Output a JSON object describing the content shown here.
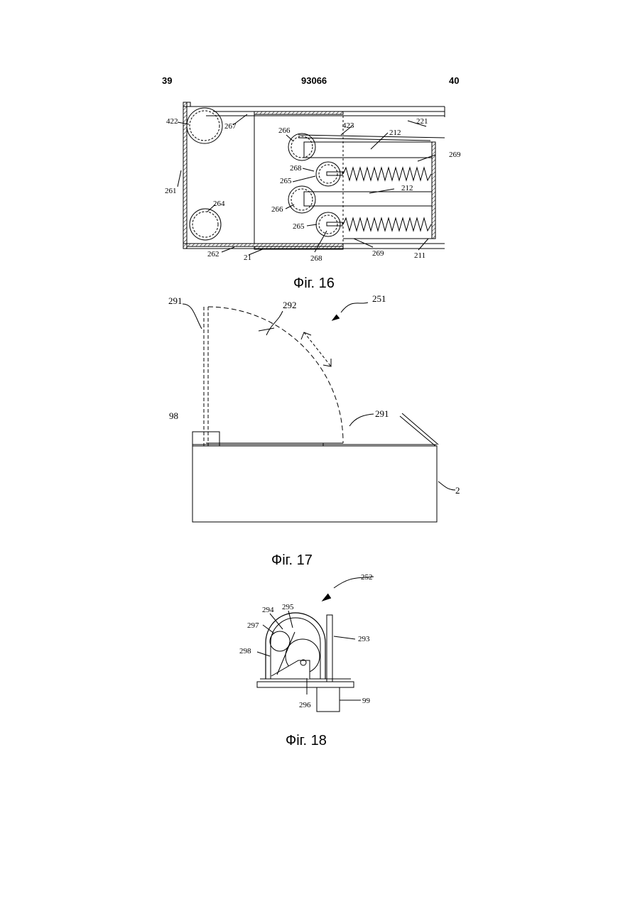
{
  "header": {
    "left": "39",
    "center": "93066",
    "right": "40"
  },
  "fig16": {
    "caption": "Фіг. 16",
    "labels": {
      "l422": "422",
      "l267": "267",
      "l266a": "266",
      "l423": "423",
      "l212a": "212",
      "l221": "221",
      "l269a": "269",
      "l268a": "268",
      "l265a": "265",
      "l212b": "212",
      "l266b": "266",
      "l261": "261",
      "l264": "264",
      "l265b": "265",
      "l262": "262",
      "l21": "21",
      "l268b": "268",
      "l269b": "269",
      "l211": "211"
    }
  },
  "fig17": {
    "caption": "Фіг. 17",
    "labels": {
      "l291a": "291",
      "l292": "292",
      "l251": "251",
      "l98": "98",
      "l291b": "291",
      "l2": "2"
    }
  },
  "fig18": {
    "caption": "Фіг. 18",
    "labels": {
      "l252": "252",
      "l294": "294",
      "l295": "295",
      "l297": "297",
      "l293": "293",
      "l298": "298",
      "l296": "296",
      "l99": "99"
    }
  }
}
